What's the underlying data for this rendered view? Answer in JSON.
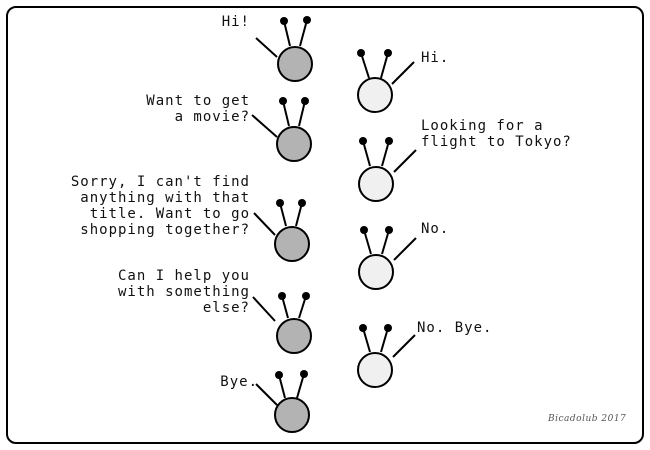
{
  "dialogue": {
    "left": [
      "Hi!",
      "Want to get\na movie?",
      "Sorry, I can't find\nanything with that\ntitle. Want to go\nshopping together?",
      "Can I help you\nwith something\nelse?",
      "Bye."
    ],
    "right": [
      "Hi.",
      "Looking for a\nflight to Tokyo?",
      "No.",
      "No. Bye."
    ]
  },
  "colors": {
    "left_character": "#b3b3b3",
    "right_character": "#f0f0f0",
    "outline": "#000000"
  },
  "signature": "Bicadolub 2017"
}
